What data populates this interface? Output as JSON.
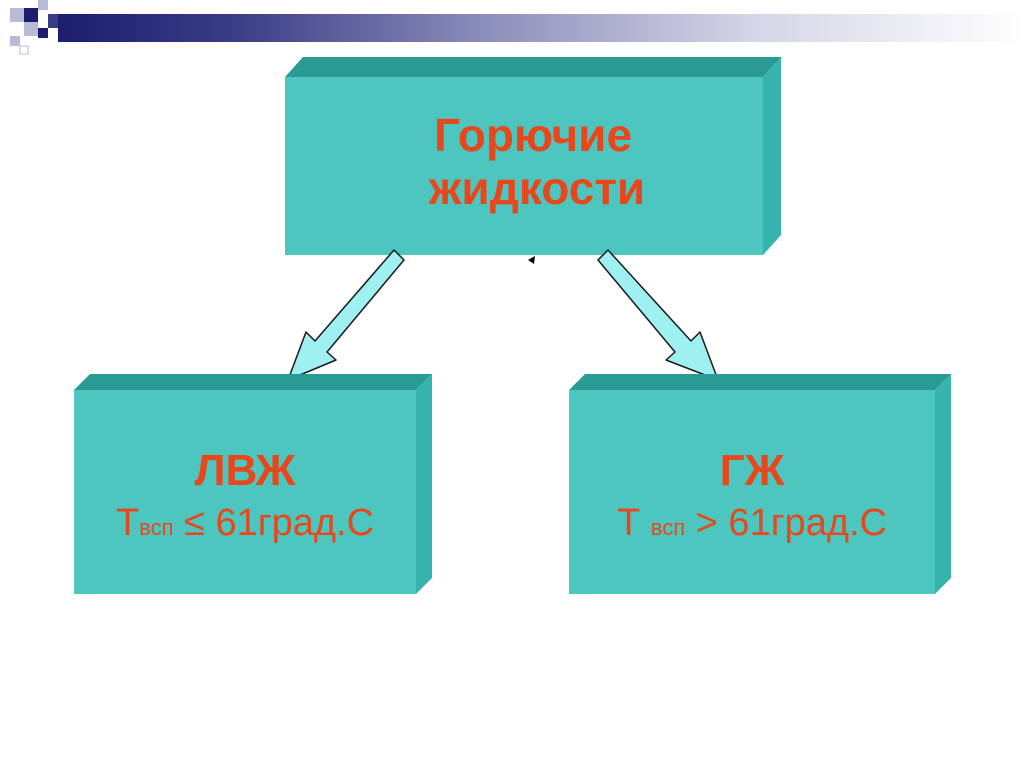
{
  "slide": {
    "colors": {
      "box_face": "#4ec6c0",
      "box_top": "#2a9a94",
      "box_side": "#36b3ad",
      "text": "#e8471c",
      "arrow_fill": "#9ff0f0",
      "arrow_stroke": "#1a1a1a",
      "bar_dark": "#1c1e6e"
    },
    "top_box": {
      "line1": "Горючие",
      "line2": "жидкости"
    },
    "left_box": {
      "title": "ЛВЖ",
      "formula_t": "Т",
      "formula_sub": "всп",
      "formula_rest": " ≤ 61град.С"
    },
    "right_box": {
      "title": "ГЖ",
      "formula_t": "Т ",
      "formula_sub": "всп",
      "formula_rest": " > 61град.С"
    }
  }
}
